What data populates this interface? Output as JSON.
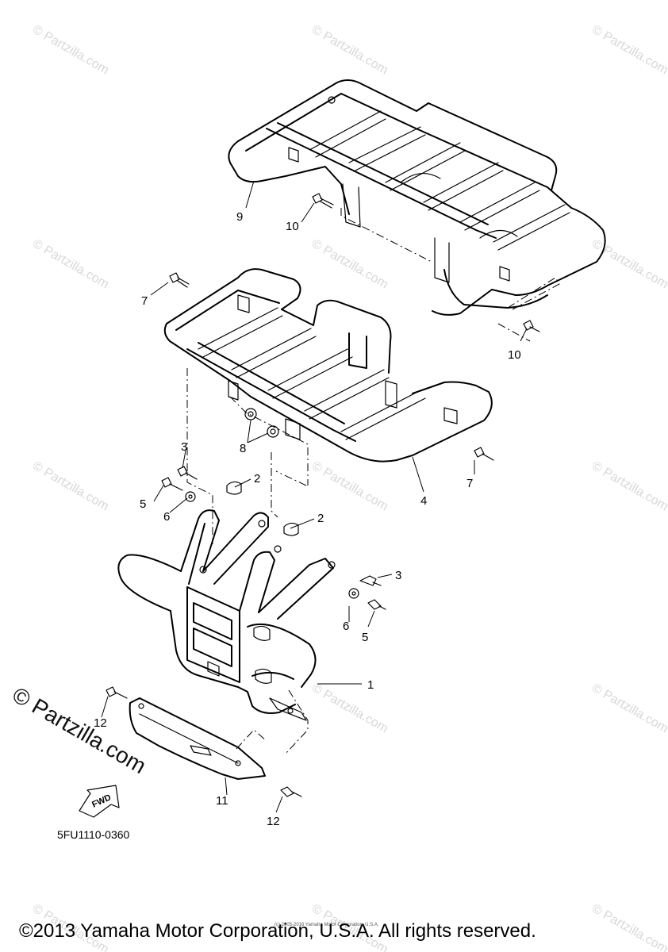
{
  "diagram": {
    "part_code": "5FU1110-0360",
    "copyright": "©2013 Yamaha Motor Corporation, U.S.A. All rights reserved.",
    "fine_print": "(c) 2005-2016 Yamaha Motor Corporation, U.S.A.",
    "watermark": "© Partzilla.com",
    "fwd_label": "FWD",
    "callouts": [
      {
        "id": "callout-1",
        "label": "1"
      },
      {
        "id": "callout-2a",
        "label": "2"
      },
      {
        "id": "callout-2b",
        "label": "2"
      },
      {
        "id": "callout-3a",
        "label": "3"
      },
      {
        "id": "callout-3b",
        "label": "3"
      },
      {
        "id": "callout-4",
        "label": "4"
      },
      {
        "id": "callout-5a",
        "label": "5"
      },
      {
        "id": "callout-5b",
        "label": "5"
      },
      {
        "id": "callout-6a",
        "label": "6"
      },
      {
        "id": "callout-6b",
        "label": "6"
      },
      {
        "id": "callout-7a",
        "label": "7"
      },
      {
        "id": "callout-7b",
        "label": "7"
      },
      {
        "id": "callout-8",
        "label": "8"
      },
      {
        "id": "callout-9",
        "label": "9"
      },
      {
        "id": "callout-10a",
        "label": "10"
      },
      {
        "id": "callout-10b",
        "label": "10"
      },
      {
        "id": "callout-11",
        "label": "11"
      },
      {
        "id": "callout-12a",
        "label": "12"
      },
      {
        "id": "callout-12b",
        "label": "12"
      }
    ]
  }
}
